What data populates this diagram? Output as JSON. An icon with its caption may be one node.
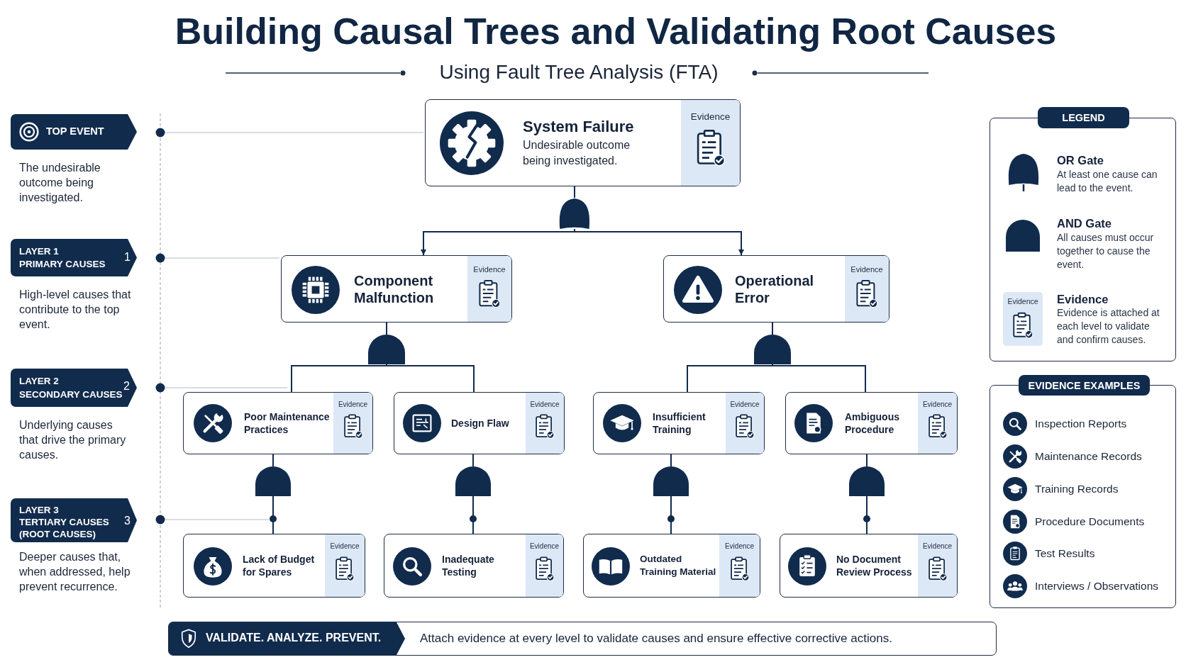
{
  "diagram": {
    "title": "Building Causal Trees and Validating Root Causes",
    "nodes": [
      {
        "text": [
          "TOP EVENT"
        ],
        "beside": [
          "The undesirable outcome being investigated."
        ]
      },
      {
        "text": [
          "LAYER 1",
          "PRIMARY CAUSES",
          "1"
        ],
        "beside": [
          "High-level causes that contribute to the top event."
        ]
      },
      {
        "text": [
          "LAYER 2",
          "SECONDARY CAUSES",
          "2"
        ],
        "beside": [
          "Underlying causes that drive the primary causes."
        ]
      },
      {
        "text": [
          "LAYER 3",
          "TERTIARY CAUSES (ROOT CAUSES)",
          "3"
        ],
        "beside": [
          "Deeper causes that, when addressed, help prevent recurrence."
        ]
      },
      {
        "text": [
          "System Failure",
          "Undesirable outcome being investigated."
        ]
      },
      {
        "text": [
          "Evidence"
        ],
        "in": 4
      },
      {
        "text": [],
        "shape": "gate"
      },
      {
        "text": [
          "Component Malfunction"
        ]
      },
      {
        "text": [
          "Evidence"
        ],
        "in": 7
      },
      {
        "text": [
          "Operational Error"
        ]
      },
      {
        "text": [
          "Evidence"
        ],
        "in": 9
      },
      {
        "text": [],
        "shape": "gate"
      },
      {
        "text": [],
        "shape": "gate"
      },
      {
        "text": [
          "Poor Maintenance Practices"
        ]
      },
      {
        "text": [
          "Evidence"
        ],
        "in": 13
      },
      {
        "text": [
          "Design Flaw"
        ]
      },
      {
        "text": [
          "Evidence"
        ],
        "in": 15
      },
      {
        "text": [
          "Insufficient Training"
        ]
      },
      {
        "text": [
          "Evidence"
        ],
        "in": 17
      },
      {
        "text": [
          "Ambiguous Procedure"
        ]
      },
      {
        "text": [
          "Evidence"
        ],
        "in": 19
      },
      {
        "text": [],
        "shape": "gate"
      },
      {
        "text": [],
        "shape": "gate"
      },
      {
        "text": [],
        "shape": "gate"
      },
      {
        "text": [],
        "shape": "gate"
      },
      {
        "text": [
          "Lack of Budget for Spares"
        ]
      },
      {
        "text": [
          "Evidence"
        ],
        "in": 25
      },
      {
        "text": [
          "Inadequate Testing"
        ]
      },
      {
        "text": [
          "Evidence"
        ],
        "in": 27
      },
      {
        "text": [
          "Outdated Training Material"
        ]
      },
      {
        "text": [
          "Evidence"
        ],
        "in": 29
      },
      {
        "text": [
          "No Document Review Process"
        ]
      },
      {
        "text": [
          "Evidence"
        ],
        "in": 31
      },
      {
        "text": [
          "EVIDENCE EXAMPLES",
          "Inspection Reports",
          "Maintenance Records",
          "Training Records",
          "Procedure Documents",
          "Test Results",
          "Interviews / Observations"
        ]
      },
      {
        "text": [
          "VALIDATE. ANALYZE. PREVENT.",
          "Attach evidence at every level to validate causes and ensure effective corrective actions."
        ]
      },
      {
        "text": [
          "Evidence"
        ]
      }
    ],
    "edges": [
      {
        "from": 4,
        "to": 6,
        "arrow": "none"
      },
      {
        "from": 6,
        "to": 7,
        "arrow": "to"
      },
      {
        "from": 6,
        "to": 9,
        "arrow": "to"
      },
      {
        "from": 7,
        "to": 11,
        "arrow": "none"
      },
      {
        "from": 9,
        "to": 12,
        "arrow": "none"
      },
      {
        "from": 11,
        "to": 13,
        "arrow": "none"
      },
      {
        "from": 11,
        "to": 15,
        "arrow": "none"
      },
      {
        "from": 12,
        "to": 17,
        "arrow": "none"
      },
      {
        "from": 12,
        "to": 19,
        "arrow": "none"
      },
      {
        "from": 13,
        "to": 21,
        "arrow": "none"
      },
      {
        "from": 15,
        "to": 22,
        "arrow": "none"
      },
      {
        "from": 17,
        "to": 23,
        "arrow": "none"
      },
      {
        "from": 19,
        "to": 24,
        "arrow": "none"
      },
      {
        "from": 21,
        "to": 25,
        "arrow": "none"
      },
      {
        "from": 22,
        "to": 27,
        "arrow": "none"
      },
      {
        "from": 23,
        "to": 29,
        "arrow": "none"
      },
      {
        "from": 24,
        "to": 31,
        "arrow": "none"
      }
    ],
    "labels": [
      "Using Fault Tree Analysis (FTA)",
      "LEGEND",
      "At least one cause can lead to the event.",
      "All causes must occur together to cause the event.",
      "Evidence is attached at each level to validate and confirm causes."
    ],
    "legend": [
      {
        "text": "OR Gate"
      },
      {
        "text": "AND Gate"
      },
      {
        "text": "Evidence"
      }
    ]
  }
}
